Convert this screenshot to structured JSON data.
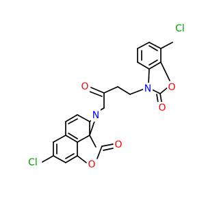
{
  "molecule": {
    "atoms": {
      "cl_top": {
        "label": "Cl",
        "color": "#00a000"
      },
      "o_ring_top": {
        "label": "O",
        "color": "#ff0000"
      },
      "o_carbonyl_top": {
        "label": "O",
        "color": "#ff0000"
      },
      "n_top": {
        "label": "N",
        "color": "#0000ff"
      },
      "o_ketone": {
        "label": "O",
        "color": "#ff0000"
      },
      "n_bottom": {
        "label": "N",
        "color": "#0000ff"
      },
      "o_carbonyl_bottom": {
        "label": "O",
        "color": "#ff0000"
      },
      "o_ring_bottom": {
        "label": "O",
        "color": "#ff0000"
      },
      "cl_bottom": {
        "label": "Cl",
        "color": "#00a000"
      }
    },
    "bond_color": "#000000"
  }
}
